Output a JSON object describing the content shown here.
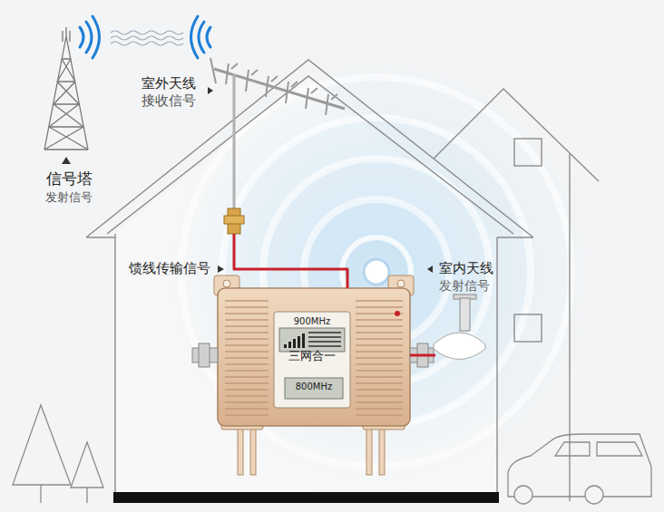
{
  "diagram": {
    "nodes": [
      {
        "text": [
          "信号塔",
          "发射信号"
        ]
      },
      {
        "text": [
          "室外天线",
          "接收信号"
        ]
      },
      {
        "text": [
          "900MHz",
          "三网合一",
          "800MHz"
        ]
      },
      {
        "text": [
          "室内天线",
          "发射信号"
        ]
      }
    ],
    "edges": [
      {
        "from": 1,
        "to": 2,
        "arrow": "none",
        "label": "馈线传输信号"
      },
      {
        "from": 2,
        "to": 3,
        "arrow": "none"
      }
    ]
  }
}
